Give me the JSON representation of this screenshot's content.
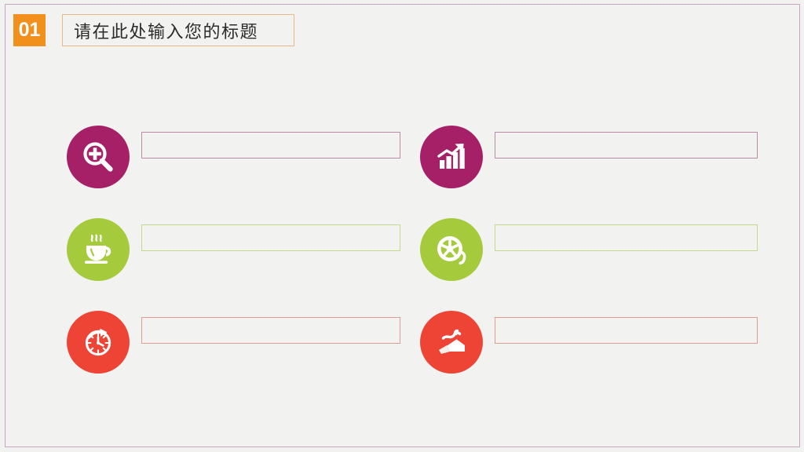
{
  "slide": {
    "background_color": "#f2f2f0",
    "frame_color": "#c9a5c4"
  },
  "header": {
    "number": "01",
    "number_bg": "#f2901e",
    "title": "请在此处输入您的标题",
    "title_border_color": "#e8b882"
  },
  "palette": {
    "magenta": "#a52066",
    "green": "#a5cb3c",
    "red": "#ee4436",
    "magenta_border": "#bb8ba8",
    "green_border": "#c3d98c",
    "red_border": "#e09b92"
  },
  "items": [
    {
      "id": "item-1",
      "icon": "magnifier-plus-icon",
      "icon_color": "#a52066",
      "border_color": "#bb8ba8",
      "value": "",
      "placeholder": ""
    },
    {
      "id": "item-2",
      "icon": "growth-bar-chart-icon",
      "icon_color": "#a52066",
      "border_color": "#bb8ba8",
      "value": "",
      "placeholder": ""
    },
    {
      "id": "item-3",
      "icon": "coffee-cup-icon",
      "icon_color": "#a5cb3c",
      "border_color": "#c3d98c",
      "value": "",
      "placeholder": ""
    },
    {
      "id": "item-4",
      "icon": "tire-wheel-icon",
      "icon_color": "#a5cb3c",
      "border_color": "#c3d98c",
      "value": "",
      "placeholder": ""
    },
    {
      "id": "item-5",
      "icon": "stopwatch-clock-icon",
      "icon_color": "#ee4436",
      "border_color": "#e09b92",
      "value": "",
      "placeholder": ""
    },
    {
      "id": "item-6",
      "icon": "road-highway-icon",
      "icon_color": "#ee4436",
      "border_color": "#e09b92",
      "value": "",
      "placeholder": ""
    }
  ]
}
